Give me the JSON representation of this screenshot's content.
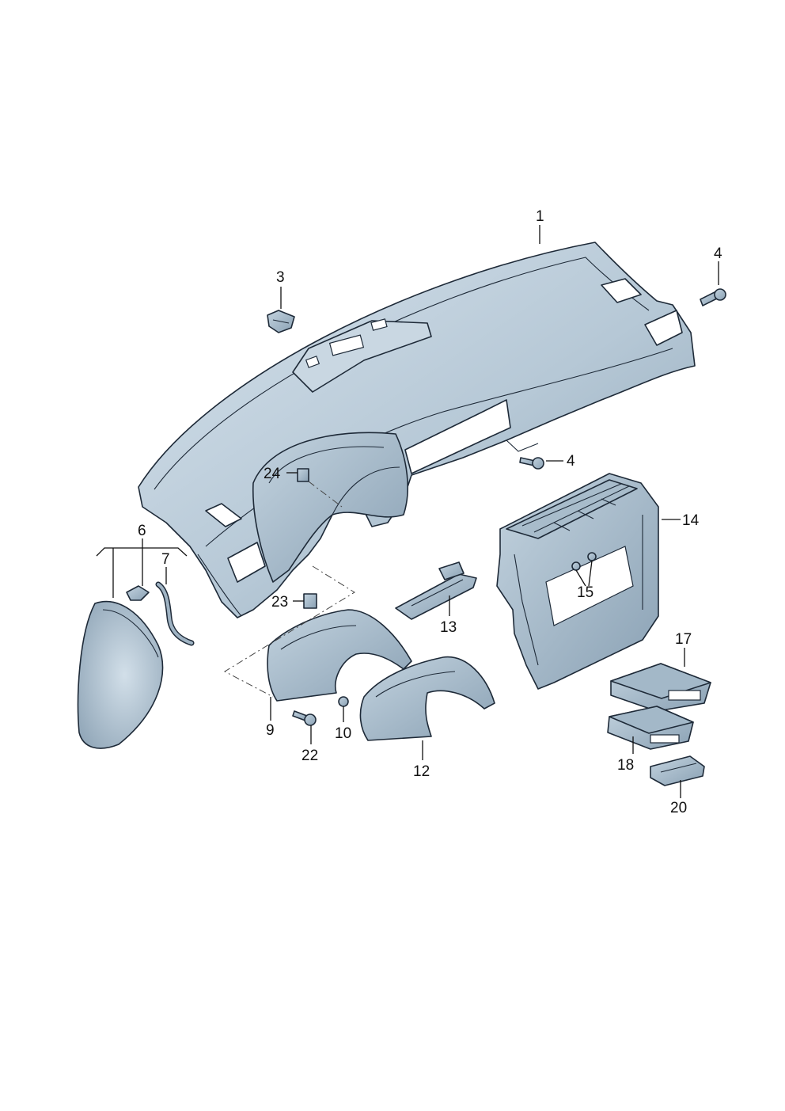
{
  "palette": {
    "part_fill": "#b8c9d6",
    "part_fill_light": "#d4e0ea",
    "part_fill_dark": "#8fa6b8",
    "outline": "#1e2a38",
    "background": "#ffffff"
  },
  "callouts": {
    "c1": "1",
    "c3": "3",
    "c4a": "4",
    "c4b": "4",
    "c6": "6",
    "c7": "7",
    "c9": "9",
    "c10": "10",
    "c12": "12",
    "c13": "13",
    "c14": "14",
    "c15": "15",
    "c17": "17",
    "c18": "18",
    "c20": "20",
    "c22": "22",
    "c23": "23",
    "c24": "24"
  }
}
